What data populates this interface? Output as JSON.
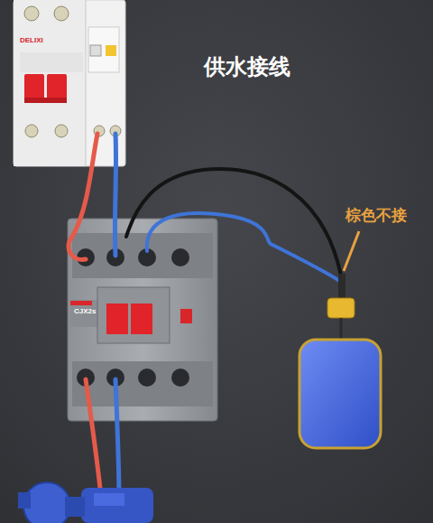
{
  "diagram": {
    "title": "供水接线",
    "labels": [
      "棕色不接",
      "DELIXI",
      "CJX2s"
    ]
  }
}
